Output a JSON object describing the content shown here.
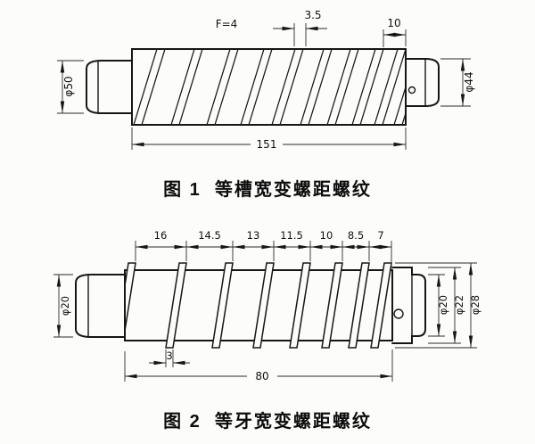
{
  "page": {
    "background": "#fcfcfa",
    "line_color": "#161616"
  },
  "figure1": {
    "caption": "图 1  等槽宽变螺距螺纹",
    "dims": {
      "groove_width": "F=4",
      "groove_width_top": "3.5",
      "end_pitch": "10",
      "left_diameter": "φ50",
      "right_diameter": "φ44",
      "overall_length": "151"
    }
  },
  "figure2": {
    "caption": "图 2  等牙宽变螺距螺纹",
    "dims": {
      "pitch_segments": [
        "16",
        "14.5",
        "13",
        "11.5",
        "10",
        "8.5",
        "7"
      ],
      "left_diameter": "φ20",
      "right_end_diameter": "φ20",
      "right_mid_diameter": "φ22",
      "right_crest_diameter": "φ28",
      "tooth_width": "3",
      "overall_length": "80"
    }
  }
}
